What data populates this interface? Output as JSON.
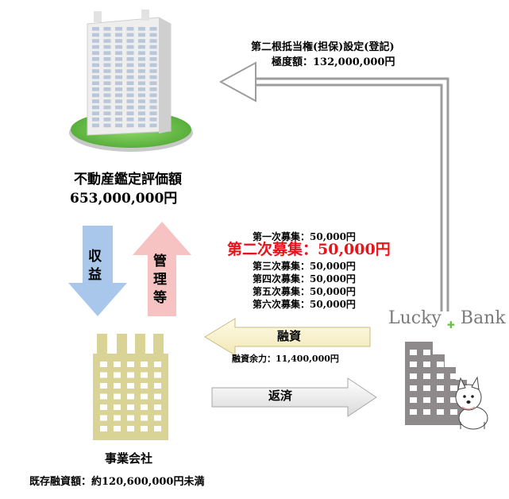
{
  "lien": {
    "title": "第二根抵当権(担保)設定(登記)",
    "limit": "極度額：132,000,000円"
  },
  "property": {
    "label": "不動産鑑定評価額",
    "value": "653,000,000円"
  },
  "flows": {
    "income": "収益",
    "management": "管理等",
    "financing": "融資",
    "repayment": "返済"
  },
  "offerings": [
    "第一次募集：50,000円",
    "第二次募集：50,000円",
    "第三次募集：50,000円",
    "第四次募集：50,000円",
    "第五次募集：50,000円",
    "第六次募集：50,000円"
  ],
  "financing_remaining": "融資余力：11,400,000円",
  "company": {
    "label": "事業会社",
    "existing_loans": "既存融資額：約120,600,000円未満"
  },
  "lender": {
    "logo_part1": "Lucky",
    "logo_part2": "Bank"
  },
  "colors": {
    "highlight_red": "#e8141b",
    "income_arrow": "#a9c7ea",
    "management_arrow": "#f6c2c2",
    "company_building": "#d9d496",
    "lender_building": "#8e8a8b",
    "tower_glass": "#b9c7d9",
    "lawn": "#6cc04a"
  }
}
